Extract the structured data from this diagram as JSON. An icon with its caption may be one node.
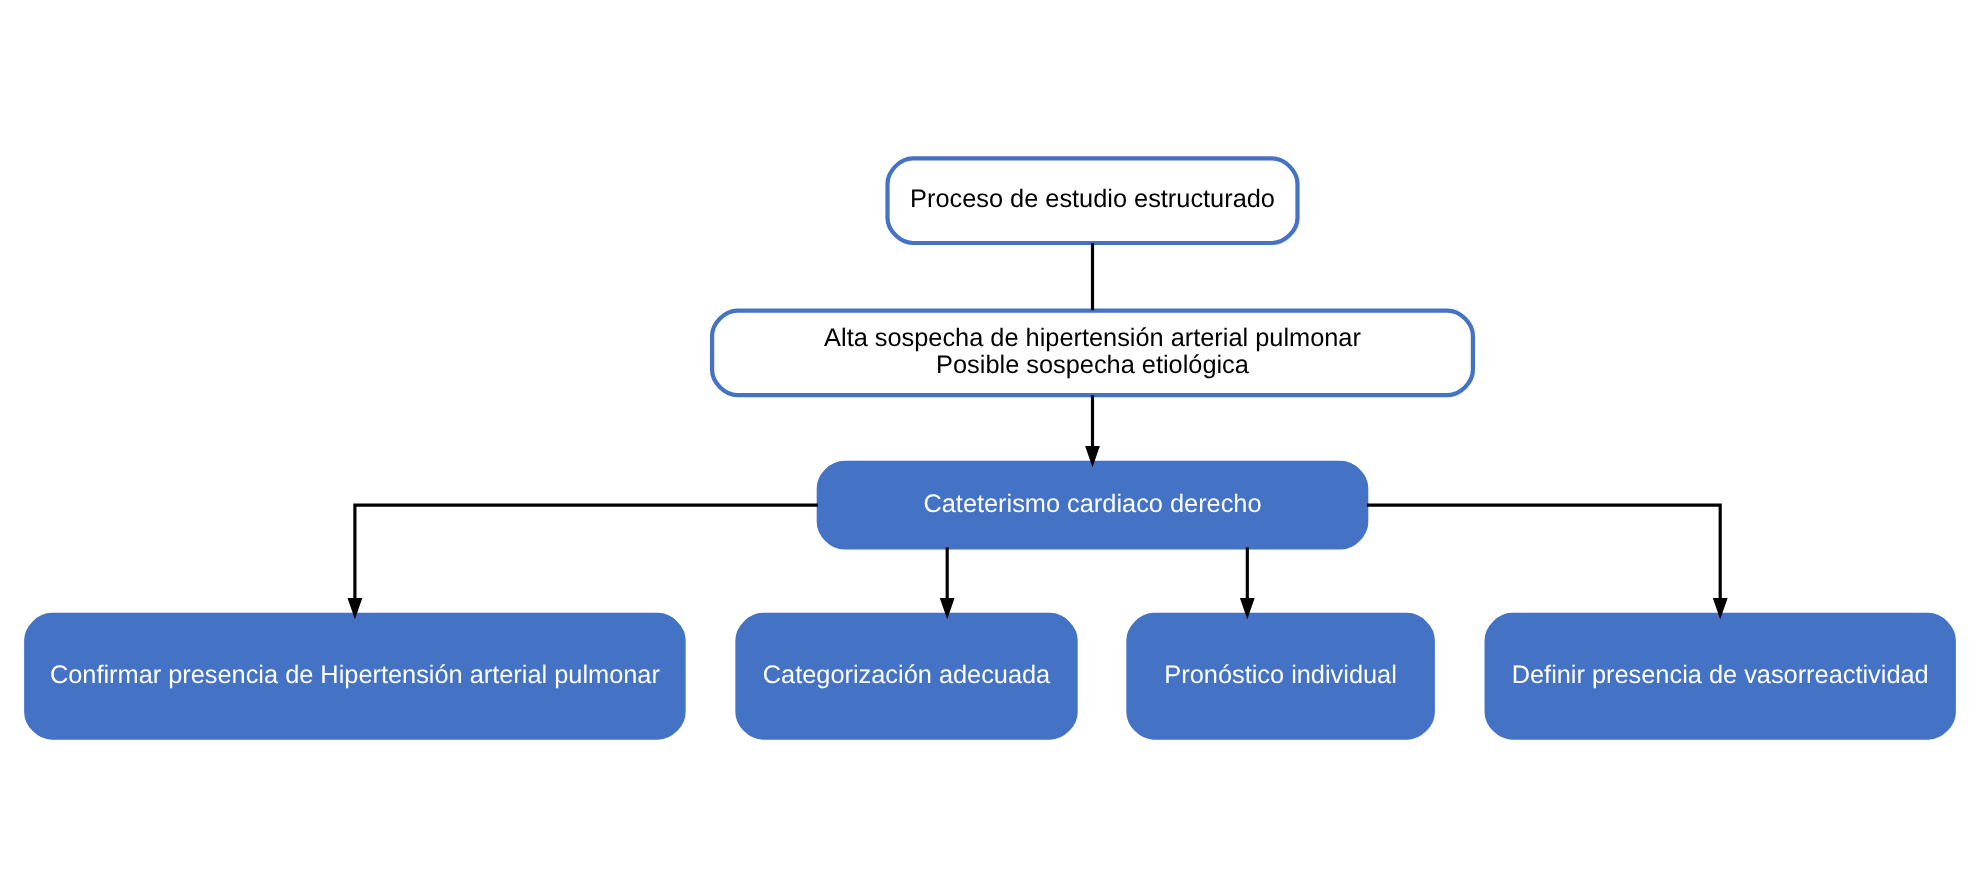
{
  "diagram": {
    "nodes": [
      {
        "text": [
          "Proceso de estudio estructurado"
        ]
      },
      {
        "text": [
          "Alta sospecha de hipertensión arterial pulmonar",
          "Posible sospecha etiológica"
        ]
      },
      {
        "text": [
          "Cateterismo cardiaco derecho"
        ]
      },
      {
        "text": [
          "Confirmar presencia de Hipertensión arterial pulmonar"
        ]
      },
      {
        "text": [
          "Categorización adecuada"
        ]
      },
      {
        "text": [
          "Pronóstico individual"
        ]
      },
      {
        "text": [
          "Definir presencia de vasorreactividad"
        ]
      }
    ],
    "edges": [
      {
        "from": 0,
        "to": 1,
        "arrow": "none"
      },
      {
        "from": 1,
        "to": 2,
        "arrow": "to"
      },
      {
        "from": 2,
        "to": 3,
        "arrow": "to"
      },
      {
        "from": 2,
        "to": 4,
        "arrow": "to"
      },
      {
        "from": 2,
        "to": 5,
        "arrow": "to"
      },
      {
        "from": 2,
        "to": 6,
        "arrow": "to"
      }
    ]
  }
}
